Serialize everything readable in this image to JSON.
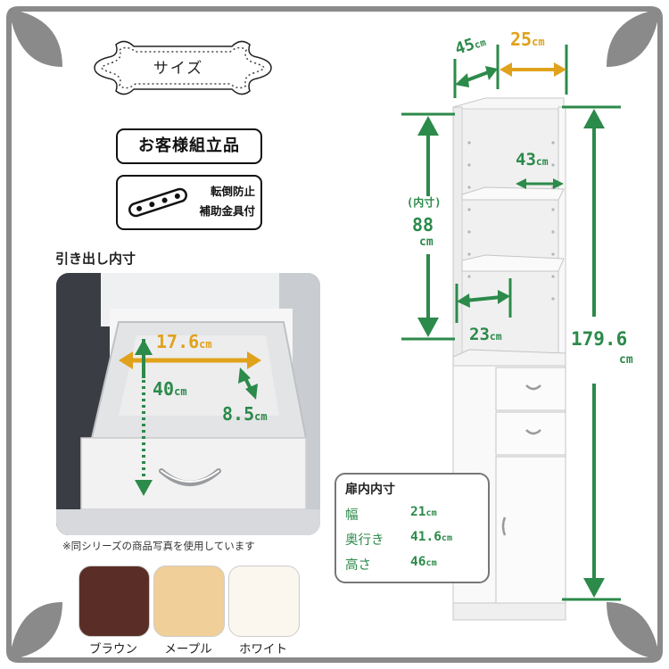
{
  "title": "サイズ",
  "badges": {
    "assembly": "お客様組立品",
    "antitip_line1": "転倒防止",
    "antitip_line2": "補助金具付",
    "antitip_icon": "bracket-icon"
  },
  "drawer": {
    "label": "引き出し内寸",
    "width": "17.6",
    "depth": "40",
    "height": "8.5",
    "unit": "cm",
    "note": "※同シリーズの商品写真を使用しています"
  },
  "shelf": {
    "depth": "45",
    "width": "25",
    "inner_width": "43",
    "inner_depth": "23",
    "inner_label": "(内寸)",
    "inner_height": "88",
    "total_height": "179.6",
    "unit": "cm"
  },
  "door_inner": {
    "heading": "扉内内寸",
    "rows": [
      {
        "label": "幅",
        "value": "21",
        "unit": "cm"
      },
      {
        "label": "奥行き",
        "value": "41.6",
        "unit": "cm"
      },
      {
        "label": "高さ",
        "value": "46",
        "unit": "cm"
      }
    ]
  },
  "colors": {
    "accent_green": "#2c8a4a",
    "accent_orange": "#e0a21b",
    "frame_gray": "#8a8a8a"
  },
  "swatches": [
    {
      "name": "ブラウン",
      "color": "#5a2e26"
    },
    {
      "name": "メープル",
      "color": "#f1cf98"
    },
    {
      "name": "ホワイト",
      "color": "#fbf7ee"
    }
  ]
}
